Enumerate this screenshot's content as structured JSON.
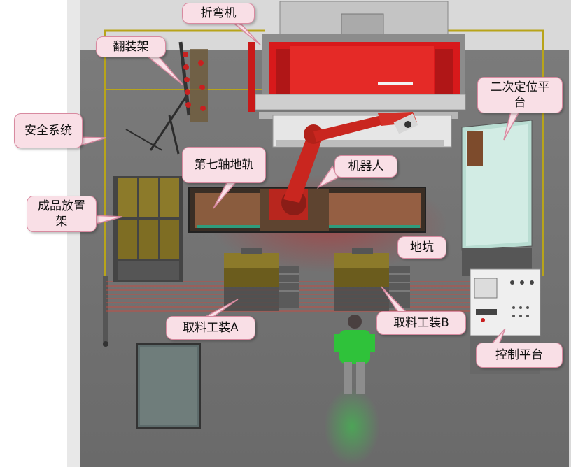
{
  "labels": {
    "bending_machine": "折弯机",
    "flip_rack": "翻装架",
    "safety_system": "安全系统",
    "seventh_axis_rail": "第七轴地轨",
    "robot": "机器人",
    "secondary_positioning": "二次定位平台",
    "finished_rack": "成品放置架",
    "pit": "地坑",
    "pickup_fixture_a": "取料工装A",
    "pickup_fixture_b": "取料工装B",
    "control_platform": "控制平台"
  },
  "colors": {
    "callout_fill": "#f9dfe6",
    "callout_border": "#d88aa0",
    "floor": "#727272",
    "safety_fence": "#b8a41a",
    "machine_red": "#d8191b",
    "robot_red": "#c9261f",
    "fixture_gold": "#8c7a2a",
    "operator_green": "#2fc23a"
  }
}
